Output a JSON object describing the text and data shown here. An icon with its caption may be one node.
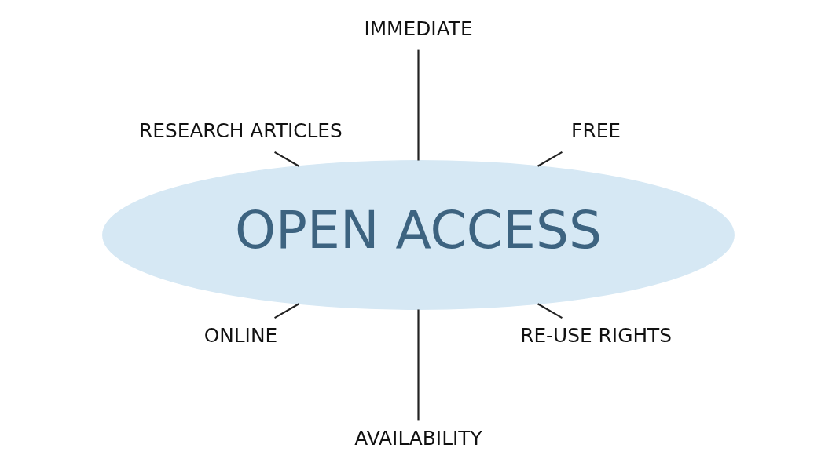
{
  "diagram": {
    "nodes": [
      {
        "text": [
          "FREE"
        ]
      },
      {
        "text": [
          "IMMEDIATE"
        ]
      },
      {
        "text": [
          "RESEARCH ARTICLES"
        ]
      },
      {
        "text": [
          "OPEN ACCESS"
        ]
      },
      {
        "text": [
          "ONLINE"
        ]
      },
      {
        "text": [
          "AVAILABILITY"
        ]
      },
      {
        "text": [
          "RE-USE RIGHTS"
        ]
      }
    ],
    "edges": [
      {
        "from": 3,
        "to": 0,
        "arrow": "none"
      },
      {
        "from": 3,
        "to": 1,
        "arrow": "none"
      },
      {
        "from": 3,
        "to": 2,
        "arrow": "none"
      },
      {
        "from": 3,
        "to": 4,
        "arrow": "none"
      },
      {
        "from": 3,
        "to": 5,
        "arrow": "none"
      },
      {
        "from": 3,
        "to": 6,
        "arrow": "none"
      }
    ]
  }
}
